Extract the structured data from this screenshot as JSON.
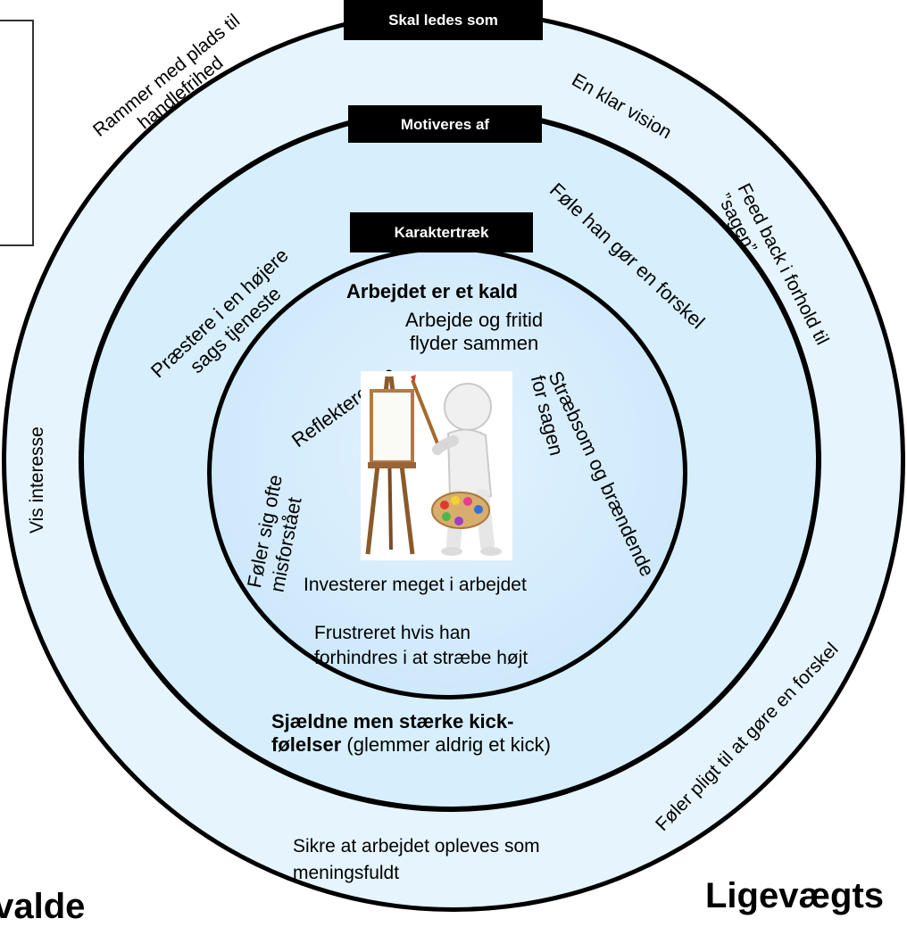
{
  "tags": {
    "skal_ledes_som": "Skal ledes som",
    "motiveres_af": "Motiveres af",
    "karaktertraek": "Karaktertræk"
  },
  "outer_ring": {
    "rammer": "Rammer med plads til\nhandlefrihed",
    "vision": "En klar vision",
    "feedback": "Feed back i forhold til\n”sagen”",
    "interesse": "Vis interesse",
    "pligt": "Føler pligt til at gøre en forskel",
    "meningsfuldt": "Sikre at arbejdet opleves som\nmeningsfuldt"
  },
  "middle_ring": {
    "praestere": "Præstere i en højere\nsags tjeneste",
    "forskel": "Føle han gør en forskel",
    "kick_bold": "Sjældne men stærke kick-",
    "kick_bold2": "følelser",
    "kick_rest": " (glemmer aldrig et kick)"
  },
  "inner_ring": {
    "kald": "Arbejdet er et kald",
    "fritid": "Arbejde og fritid\nflyder sammen",
    "reflekterende": "Reflekterende",
    "straebsom": "Stræbsom og brændende",
    "for_sagen": "for sagen",
    "misforstaaet": "Føler sig ofte\nmisforstået",
    "investerer": "Investerer meget i arbejdet",
    "frustreret": "Frustreret hvis han\nforhindres i at stræbe højt"
  },
  "cut_text": {
    "bottom_left": "lvalde",
    "bottom_right": "Ligevægts"
  },
  "colors": {
    "outer_fill": "#e6f4fd",
    "middle_fill": "#d7effd",
    "inner_fill": "#cfe9fb",
    "stroke": "#000000"
  },
  "icons": [
    "painter-figure-illustration",
    "easel-icon",
    "palette-icon"
  ]
}
